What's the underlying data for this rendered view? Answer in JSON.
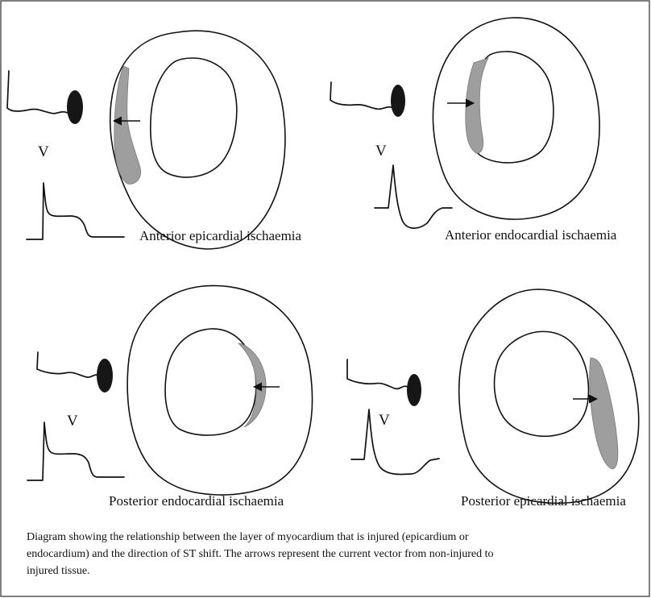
{
  "panels": {
    "top_left": {
      "label": "Anterior epicardial ischaemia",
      "lead_label": "V"
    },
    "top_right": {
      "label": "Anterior endocardial ischaemia",
      "lead_label": "V"
    },
    "bottom_left": {
      "label": "Posterior endocardial ischaemia",
      "lead_label": "V"
    },
    "bottom_right": {
      "label": "Posterior epicardial ischaemia",
      "lead_label": "V"
    }
  },
  "caption": {
    "line1": "Diagram showing the relationship between the layer of myocardium that is injured (epicardium or",
    "line2": "endocardium) and the direction of ST shift. The arrows represent the current vector from non-injured to",
    "line3": "injured tissue."
  },
  "colors": {
    "ink": "#111111",
    "lesion": "#9e9e9e",
    "border": "#555555",
    "background": "#ffffff"
  }
}
